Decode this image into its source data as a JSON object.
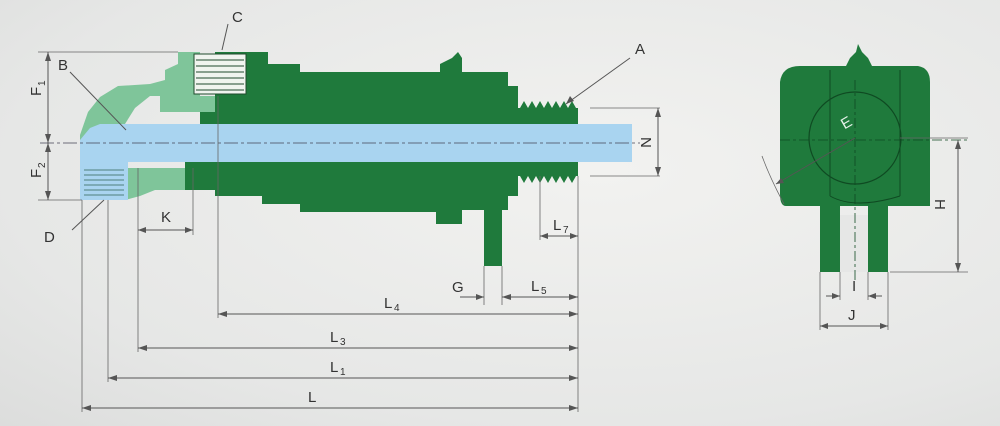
{
  "colors": {
    "body": "#1f7a3c",
    "body_light": "#7fc59a",
    "shaft": "#a9d4f0",
    "line": "#555555",
    "background": "#e9eaea"
  },
  "labels": {
    "A": "A",
    "B": "B",
    "C": "C",
    "D": "D",
    "E": "E",
    "F1": "F",
    "F1_sub": "1",
    "F2": "F",
    "F2_sub": "2",
    "G": "G",
    "H": "H",
    "I": "I",
    "J": "J",
    "K": "K",
    "L": "L",
    "L1": "L",
    "L1_sub": "1",
    "L3": "L",
    "L3_sub": "3",
    "L4": "L",
    "L4_sub": "4",
    "L5": "L",
    "L5_sub": "5",
    "L7": "L",
    "L7_sub": "7",
    "N": "N"
  }
}
